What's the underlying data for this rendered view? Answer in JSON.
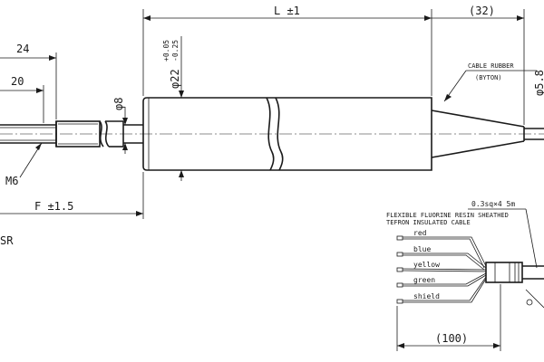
{
  "dimensions": {
    "d24": "24",
    "d20": "20",
    "d_length": "L ±1",
    "d32": "(32)",
    "d_f": "F ±1.5",
    "d_phi8": "φ8",
    "d_phi22": "φ22",
    "d_phi22_tol_upper": "+0.05",
    "d_phi22_tol_lower": "-0.25",
    "d_phi_right": "φ5.8",
    "d100": "(100)"
  },
  "labels": {
    "thread": "M6",
    "cable_rubber": "CABLE RUBBER",
    "cable_rubber_material": "(BYTON)",
    "wire_spec": "0.3sq×4  5m",
    "cable_desc_line1": "FLEXIBLE FLUORINE RESIN SHEATHED",
    "cable_desc_line2": "TEFRON INSULATED CABLE",
    "left_edge_fragment": "SR"
  },
  "wires": [
    {
      "color": "red"
    },
    {
      "color": "blue"
    },
    {
      "color": "yellow"
    },
    {
      "color": "green"
    },
    {
      "color": "shield"
    }
  ]
}
